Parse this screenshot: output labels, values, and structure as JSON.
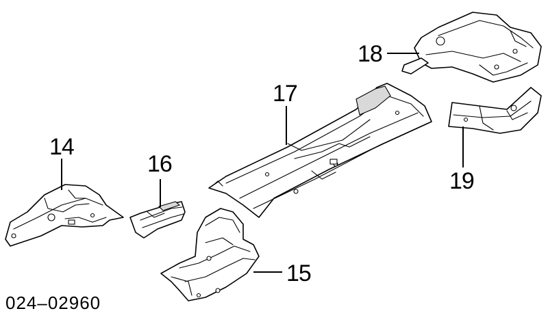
{
  "diagram": {
    "callouts": [
      {
        "id": "14",
        "label": "14"
      },
      {
        "id": "15",
        "label": "15"
      },
      {
        "id": "16",
        "label": "16"
      },
      {
        "id": "17",
        "label": "17"
      },
      {
        "id": "18",
        "label": "18"
      },
      {
        "id": "19",
        "label": "19"
      }
    ],
    "reference_code": "024–02960"
  }
}
